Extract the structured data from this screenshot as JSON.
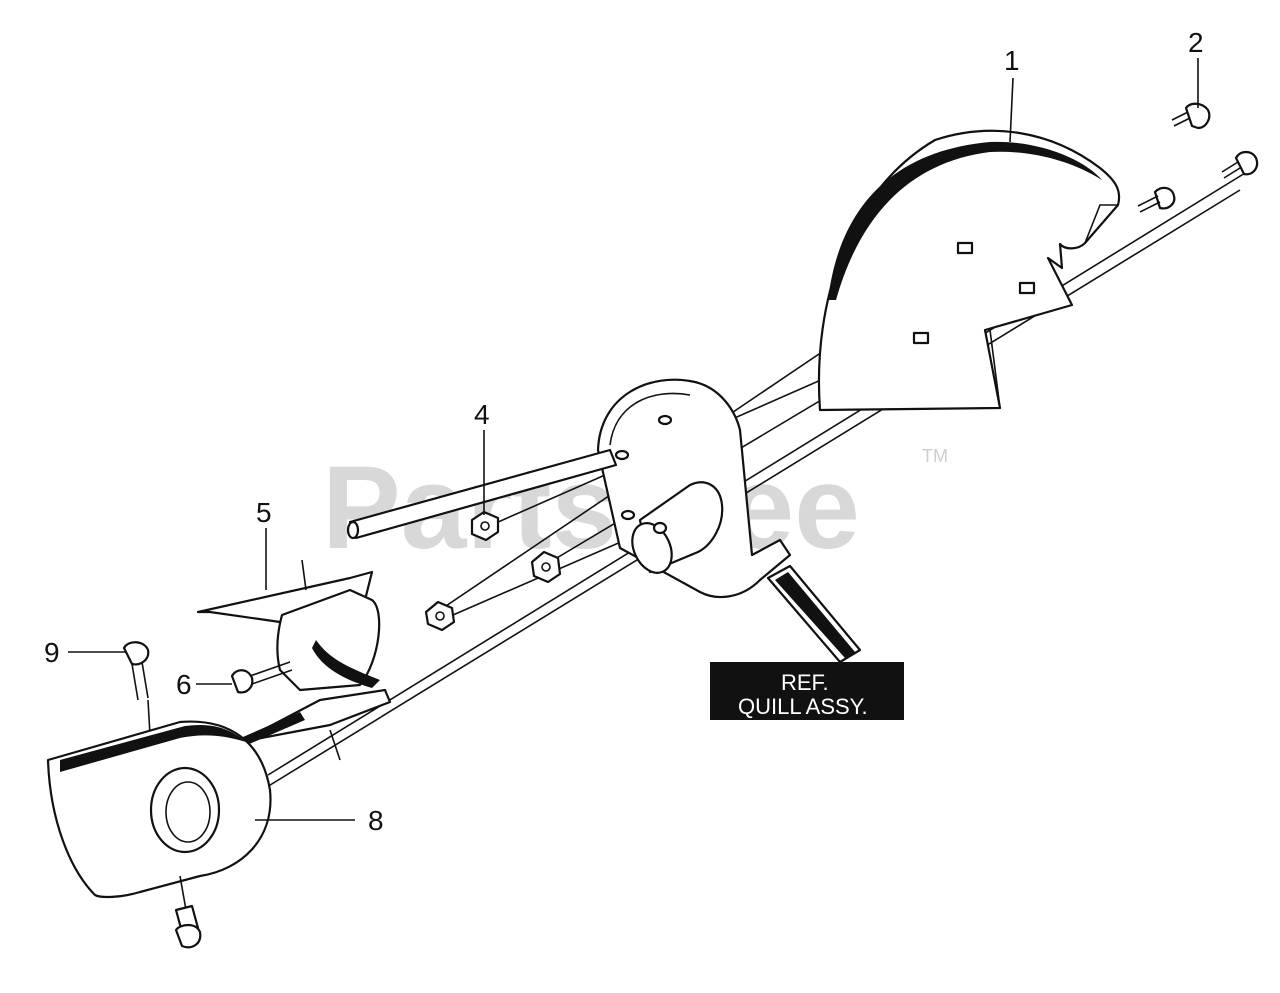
{
  "watermark": {
    "text": "PartsTree",
    "trademark": "TM"
  },
  "callouts": [
    {
      "id": "1",
      "label": "1"
    },
    {
      "id": "2",
      "label": "2"
    },
    {
      "id": "4",
      "label": "4"
    },
    {
      "id": "5",
      "label": "5"
    },
    {
      "id": "6",
      "label": "6"
    },
    {
      "id": "8",
      "label": "8"
    },
    {
      "id": "9",
      "label": "9"
    }
  ],
  "reference_box": {
    "line1": "REF.",
    "line2": "QUILL ASSY."
  },
  "colors": {
    "ink": "#111111",
    "watermark": "#b9b9b9",
    "ref_box": "#111111"
  }
}
